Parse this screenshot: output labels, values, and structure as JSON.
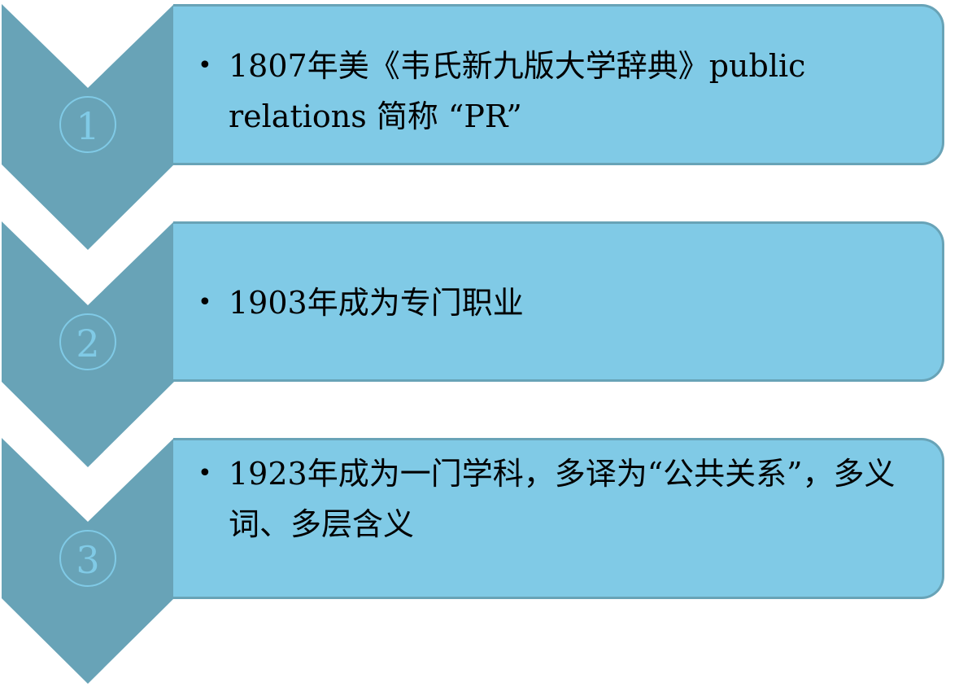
{
  "colors": {
    "chevron": "#68a3b7",
    "box": "#80cae6",
    "border": "#68a3b7"
  },
  "steps": [
    {
      "number": "1",
      "text": "1807年美《韦氏新九版大学辞典》public relations 简称 “PR”"
    },
    {
      "number": "2",
      "text": "1903年成为专门职业"
    },
    {
      "number": "3",
      "text": "1923年成为一门学科，多译为“公共关系”，多义词、多层含义"
    }
  ]
}
